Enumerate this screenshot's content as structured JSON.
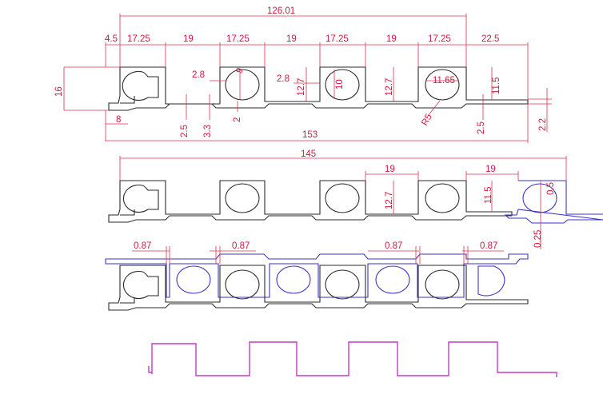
{
  "colors": {
    "dimension": "#e0304f",
    "profile": "#2a2a2a",
    "profile_overlay": "#3b35c4",
    "connector": "#c43bc8"
  },
  "view1": {
    "top_span": "126.01",
    "spans": [
      "4.5",
      "17.25",
      "19",
      "17.25",
      "19",
      "17.25",
      "19",
      "17.25",
      "22.5"
    ],
    "height": "16",
    "hole_dims": [
      "2.8",
      "9",
      "2.8",
      "12.7",
      "10",
      "12.7",
      "11.65",
      "11.5"
    ],
    "bottom_dims": [
      "8",
      "2.5",
      "3.3",
      "2",
      "R5",
      "2.5",
      "2.2"
    ],
    "overall": "153"
  },
  "view2": {
    "overall": "145",
    "pitch_a": "19",
    "pitch_b": "19",
    "height_a": "12.7",
    "height_b": "11.5",
    "small_a": "0.5",
    "small_b": "0.25"
  },
  "view3": {
    "gaps": [
      "0.87",
      "0.87",
      "0.87",
      "0.87"
    ]
  }
}
